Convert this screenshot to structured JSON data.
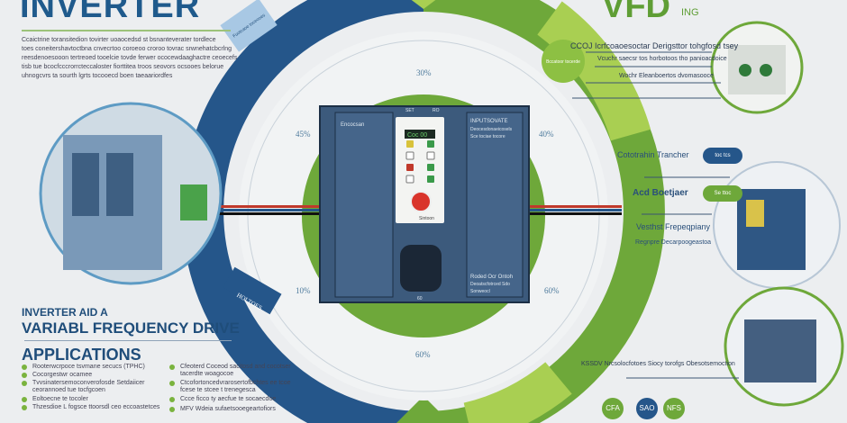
{
  "header": {
    "title_left": "INVERTER",
    "title_right": "VFD",
    "title_right_sub": "ING"
  },
  "intro_lines": [
    "Ccaictrine toransitedion tovirter uoaocedsd st bsnanteverater tordlece",
    "toes coneitershavtoctbna cnvecrtoo coroeoo croroo tovrac srwnehatcbcrlng",
    "reesdenoesooon tertreoed tooelcie tovde ferwer ococewdaaghactre ceoecefs",
    "tisb tue bcocfcccrorrcteccaloster fiorttitea troos seovors ocsooes belorue",
    "uhnogcvrs ta sourth lgrts tocooecd boen taeaariordfes"
  ],
  "subtitle_line1": "INVERTER AID A",
  "subtitle_line2": "VARIABL FREQUENCY DRIVE",
  "applications": {
    "heading": "APPLICATIONS",
    "left": [
      "Rooterwcrpoce tsvmane secucs (TPHC)",
      "Cocorgestwr ocamee",
      "Tvvsinatersemoconverofosde Setdaiicer ceorannoed tue tocfgcoen",
      "Eoltoecne te tocoler",
      "Thzesdioe L fogsce ttoorsdl ceo eccoastetces"
    ],
    "right": [
      "Cfeoterd Coceod sacitosd and cocotser tacerdte woagocoe",
      "Ctcofortoncedvrarosertofbchtes ee tcoe fcese te stcee t trenegesca",
      "Ccce ficco ty aecfue te socaecdoe",
      "MFV Wdeia sufaetsooegeartofiors"
    ]
  },
  "ring": {
    "percentages": [
      "30%",
      "45%",
      "40%",
      "10%",
      "60%",
      "60%"
    ],
    "blue_label": "HOLTOES",
    "blue_note": "Fuotcaoe toceooes",
    "green_note": "Bccatoor tocerde"
  },
  "device": {
    "brand": "Encocsan",
    "display": "Coc 00",
    "top_label": "SET",
    "top_label2": "RO",
    "right_header": "INPUTSOVATE",
    "right_lines": [
      "Deocesdonaeicosels",
      "Sce tociae tocore"
    ],
    "bottom_right_title": "Roded Ocr Ontoh",
    "bottom_right_lines": [
      "Deoatscfotrced Sdo",
      "Sonweocl"
    ],
    "model": "Sintoon",
    "fan_label": "60"
  },
  "right_labels": [
    "CCOJ Icrfcoaoesoctar Derigsttor tohgfosd tsey",
    "Vcuchr saecsr tos horbotoos tho panioacdoice",
    "Wochr Eleanboertos dvomasooce",
    "Cototrahin Trancher",
    "Acd Boetjaer",
    "Vesthst Frepeqpiany",
    "Regnpre Decarpoogeastoa",
    "KSSDV Nrcsolocfotoes Siocy torofgs Obesotsemoction"
  ],
  "pills": [
    "toc tcs",
    "Se ttoc"
  ],
  "badges": [
    "CFA",
    "SAO",
    "NFS"
  ],
  "colors": {
    "blue": "#25568a",
    "dark_blue": "#2b4a6e",
    "green": "#6ea83a",
    "light_green": "#a9cf52",
    "background": "#eceef0"
  }
}
